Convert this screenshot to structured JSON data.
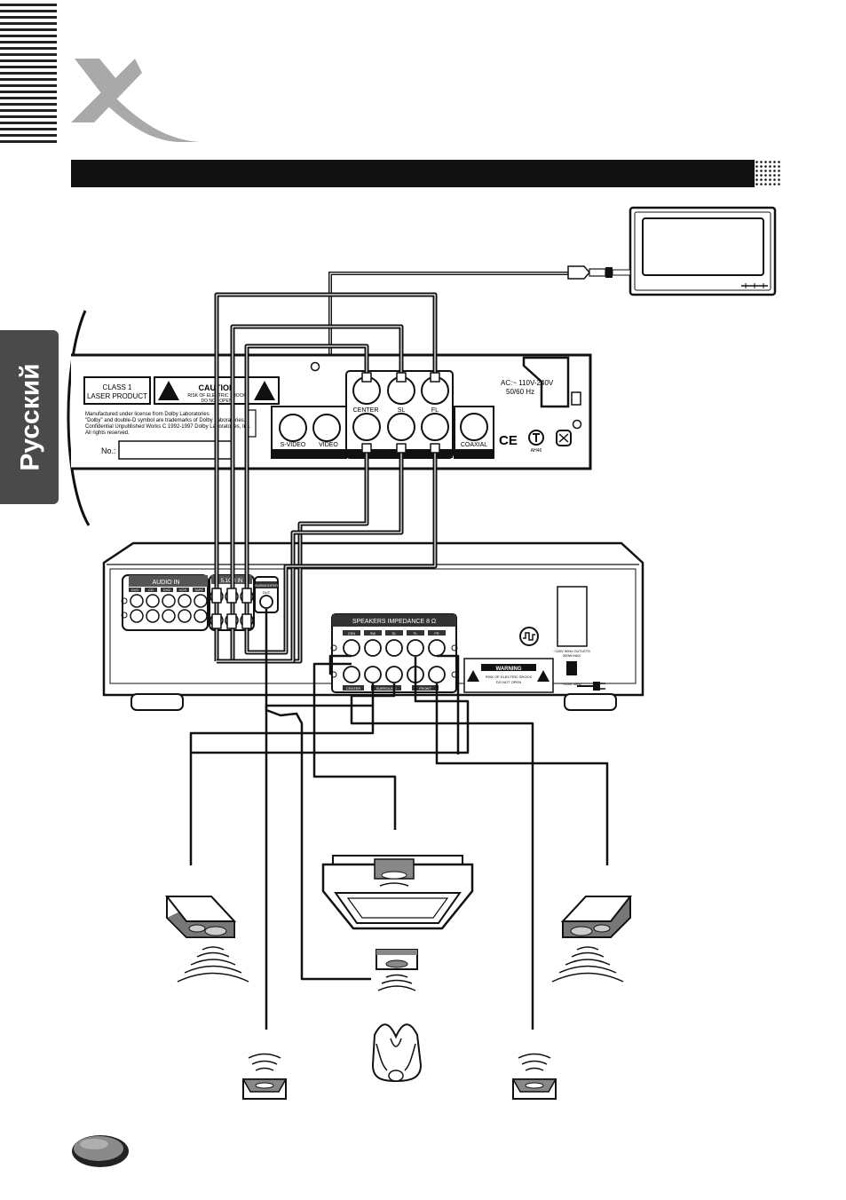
{
  "side_tab": {
    "label": "Русский"
  },
  "dvd_panel": {
    "class1_line1": "CLASS 1",
    "class1_line2": "LASER PRODUCT",
    "caution_title": "CAUTION",
    "caution_line1": "RISK OF ELECTRIC SHOCK",
    "caution_line2": "DO NOT OPEN",
    "dolby_lines": [
      "Manufactured under license from Dolby Laboratories",
      "\"Dolby\" and double-D symbol are trademarks of Dolby Laboratories.",
      "Confidential Unpublished Works C 1992-1997 Dolby Laboratories, Inc.",
      "All rights reserved."
    ],
    "serial_label": "No.:",
    "svideo_label": "S-VIDEO",
    "video_label": "VIDEO",
    "center_label": "CENTER",
    "sl_label": "SL",
    "fl_label": "FL",
    "coaxial_label": "COAXIAL",
    "ac_line1": "AC:~ 110V-240V",
    "ac_line2": "50/60 Hz",
    "ce_mark": "CE",
    "cert_mark": "AH46"
  },
  "amplifier": {
    "audio_in_label": "AUDIO IN",
    "audio_in_inputs": [
      "DVD",
      "CD",
      "DVD",
      "VCR",
      "TAPE"
    ],
    "ch51_label": "5.1CH IN",
    "subwoofer_label": "SUBWOOFER",
    "subwoofer_out": "OUT",
    "speakers_label": "SPEAKERS IMPEDANCE 8 Ω",
    "speaker_terms": [
      "CEN",
      "SW",
      "SL",
      "FL",
      "FR"
    ],
    "speaker_groups": [
      "CENTER",
      "SURROUND",
      "FRONT"
    ],
    "warning_title": "WARNING",
    "warning_line1": "RISK OF ELECTRIC SHOCK",
    "warning_line2": "DO NOT OPEN",
    "outlet_line1": "~220V 50Hz OUTLETS",
    "outlet_line2": "300W MAX",
    "mains_label": "~220V 50Hz"
  },
  "colors": {
    "ink": "#111111",
    "band": "#121212",
    "logo": "#a9a9a9",
    "side": "#4a4a4a"
  }
}
